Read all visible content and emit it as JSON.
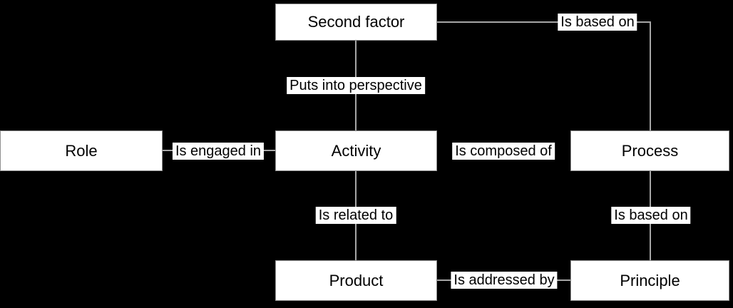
{
  "diagram": {
    "background_color": "#000000",
    "node_fill": "#ffffff",
    "node_border_color": "#8f8f8f",
    "connector_color": "#a6a6a6",
    "text_color": "#000000",
    "nodes": {
      "second_factor": "Second factor",
      "role": "Role",
      "activity": "Activity",
      "process": "Process",
      "product": "Product",
      "principle": "Principle"
    },
    "edge_labels": {
      "puts_into_perspective": "Puts into perspective",
      "is_engaged_in": "Is engaged in",
      "is_composed_of": "Is composed of",
      "is_related_to": "Is related to",
      "is_based_on_top": "Is based on",
      "is_based_on_right": "Is based on",
      "is_addressed_by": "Is addressed by"
    },
    "edges": [
      {
        "from": "Second factor",
        "to": "Activity",
        "label": "Puts into perspective",
        "line_visible": true
      },
      {
        "from": "Second factor",
        "to": "Process",
        "label": "Is based on",
        "line_visible": true
      },
      {
        "from": "Role",
        "to": "Activity",
        "label": "Is engaged in",
        "line_visible": true
      },
      {
        "from": "Activity",
        "to": "Process",
        "label": "Is composed of",
        "line_visible": false
      },
      {
        "from": "Activity",
        "to": "Product",
        "label": "Is related to",
        "line_visible": true
      },
      {
        "from": "Process",
        "to": "Principle",
        "label": "Is based on",
        "line_visible": true
      },
      {
        "from": "Product",
        "to": "Principle",
        "label": "Is addressed by",
        "line_visible": true
      }
    ]
  }
}
